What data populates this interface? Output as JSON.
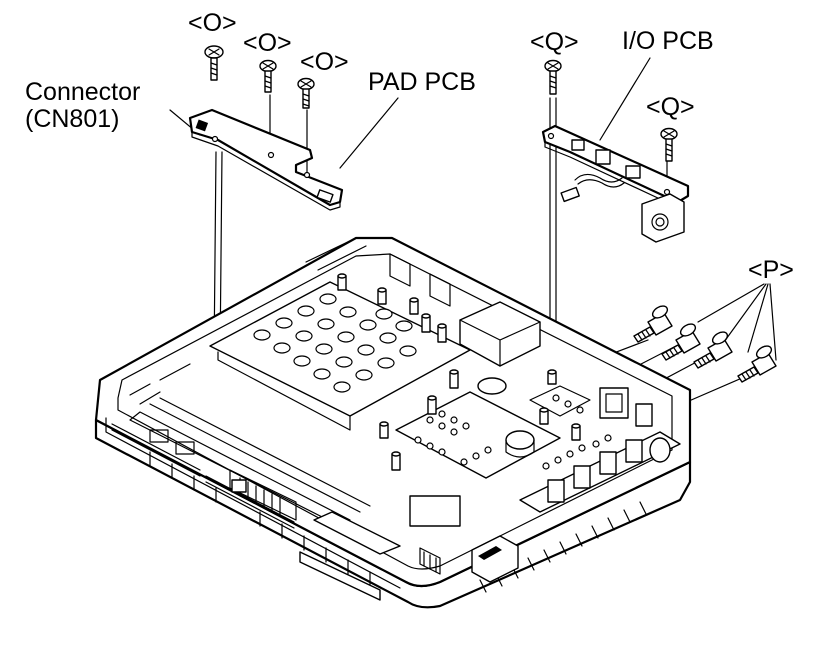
{
  "labels": {
    "screw_o": "<O>",
    "screw_q": "<Q>",
    "screw_p": "<P>",
    "connector": "Connector",
    "connector_ref": "(CN801)",
    "pad_pcb": "PAD PCB",
    "io_pcb": "I/O PCB"
  }
}
